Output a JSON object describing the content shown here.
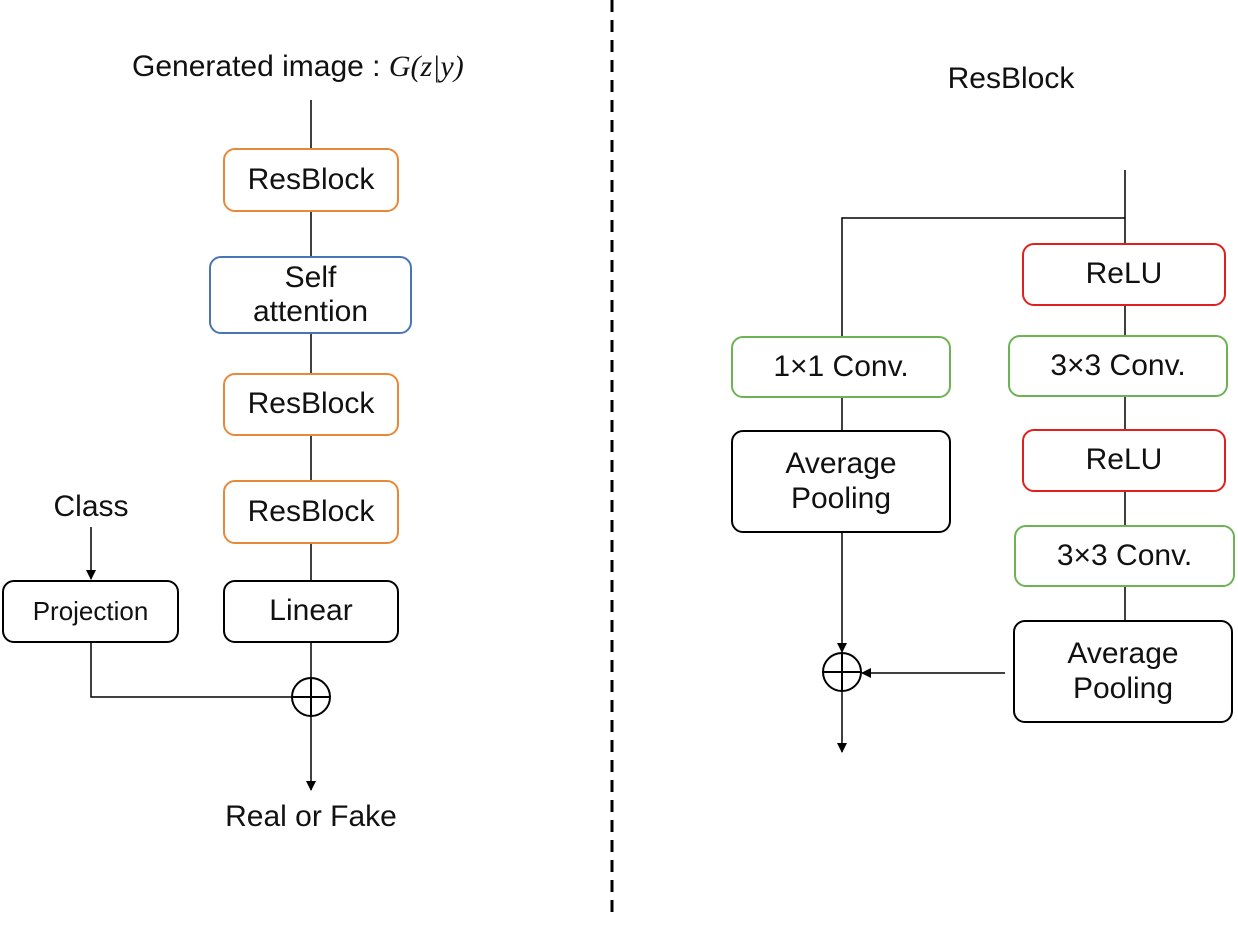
{
  "colors": {
    "resblock_border": "#e8893a",
    "attention_border": "#4a75b5",
    "relu_border": "#e0201c",
    "conv_border": "#6db356",
    "plain_border": "#000000",
    "line": "#000000"
  },
  "discriminator": {
    "input_label": "Generated image : ",
    "input_math": "G(z|y)",
    "blocks": [
      {
        "label": "ResBlock",
        "kind": "resblock"
      },
      {
        "label": "Self attention",
        "kind": "attention"
      },
      {
        "label": "ResBlock",
        "kind": "resblock"
      },
      {
        "label": "ResBlock",
        "kind": "resblock"
      },
      {
        "label": "Linear",
        "kind": "plain"
      }
    ],
    "class_label": "Class",
    "projection_label": "Projection",
    "output_label": "Real or Fake"
  },
  "resblock_detail": {
    "title": "ResBlock",
    "shortcut_blocks": [
      {
        "label": "1×1 Conv.",
        "kind": "conv"
      },
      {
        "label": "Average Pooling",
        "kind": "plain"
      }
    ],
    "main_blocks": [
      {
        "label": "ReLU",
        "kind": "relu"
      },
      {
        "label": "3×3 Conv.",
        "kind": "conv"
      },
      {
        "label": "ReLU",
        "kind": "relu"
      },
      {
        "label": "3×3 Conv.",
        "kind": "conv"
      },
      {
        "label": "Average Pooling",
        "kind": "plain"
      }
    ]
  }
}
